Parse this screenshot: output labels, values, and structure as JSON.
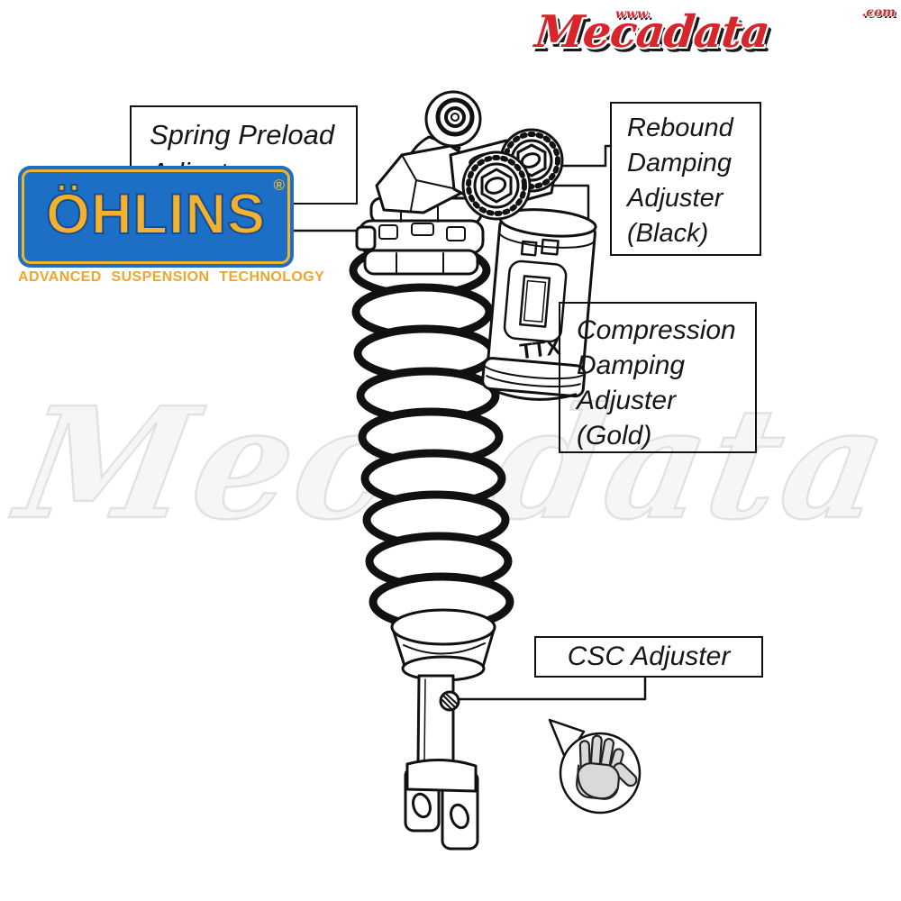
{
  "mecadata_logo": {
    "www": "www.",
    "name": "Mecadata",
    "com": ".com",
    "color": "#d6252b"
  },
  "ohlins_logo": {
    "wordmark": "ÖHLINS",
    "registered": "®",
    "tagline": "ADVANCED SUSPENSION TECHNOLOGY",
    "blue": "#1c6fc5",
    "gold": "#f2b12e"
  },
  "callouts": {
    "spring_preload": {
      "line1": "Spring Preload",
      "line2": "Adjuster"
    },
    "rebound": {
      "line1": "Rebound",
      "line2": "Damping",
      "line3": "Adjuster",
      "line4": "(Black)"
    },
    "compression": {
      "line1": "Compression",
      "line2": "Damping",
      "line3": "Adjuster",
      "line4": "(Gold)"
    },
    "csc": {
      "line1": "CSC Adjuster"
    }
  },
  "diagram": {
    "reservoir_text": "TTX",
    "hand_icon": "hand-icon",
    "line_color": "#111111"
  },
  "watermark": {
    "text": "Mecadata"
  }
}
